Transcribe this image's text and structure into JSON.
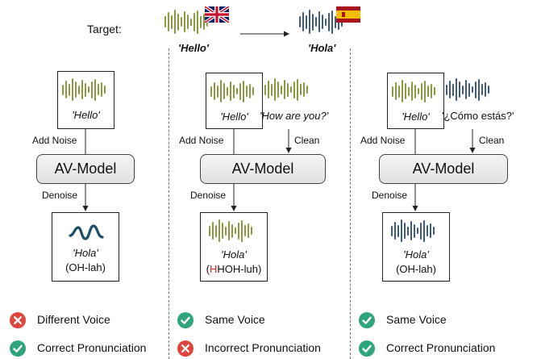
{
  "header": {
    "target_label": "Target:",
    "source_text": "'Hello'",
    "target_text": "'Hola'",
    "source_flag": "uk-flag-icon",
    "target_flag": "spain-flag-icon"
  },
  "colors": {
    "olive": "#8a9a3f",
    "navy": "#3d5a8a",
    "teal": "#1f4f66",
    "red": "#e0453d",
    "green": "#2fa67a",
    "hoh_red": "#e02020"
  },
  "panels": [
    {
      "input_text": "'Hello'",
      "add_noise": "Add Noise",
      "model": "AV-Model",
      "denoise": "Denoise",
      "output_text": "'Hola'",
      "output_pron": "(OH-lah)",
      "outcomes": [
        {
          "icon": "x-icon",
          "text": "Different Voice"
        },
        {
          "icon": "check-icon",
          "text": "Correct Pronunciation"
        }
      ]
    },
    {
      "input_text": "'Hello'",
      "cond_text": "'How are you?'",
      "add_noise": "Add Noise",
      "clean": "Clean",
      "model": "AV-Model",
      "denoise": "Denoise",
      "output_text": "'Hola'",
      "output_pron_prefix": "(",
      "output_pron_red": "H",
      "output_pron_rest": "HOH-luh)",
      "outcomes": [
        {
          "icon": "check-icon",
          "text": "Same Voice"
        },
        {
          "icon": "x-icon",
          "text": "Incorrect Pronunciation"
        }
      ]
    },
    {
      "input_text": "'Hello'",
      "cond_text": "'¿Cómo estás?'",
      "add_noise": "Add Noise",
      "clean": "Clean",
      "model": "AV-Model",
      "denoise": "Denoise",
      "output_text": "'Hola'",
      "output_pron": "(OH-lah)",
      "outcomes": [
        {
          "icon": "check-icon",
          "text": "Same Voice"
        },
        {
          "icon": "check-icon",
          "text": "Correct Pronunciation"
        }
      ]
    }
  ]
}
